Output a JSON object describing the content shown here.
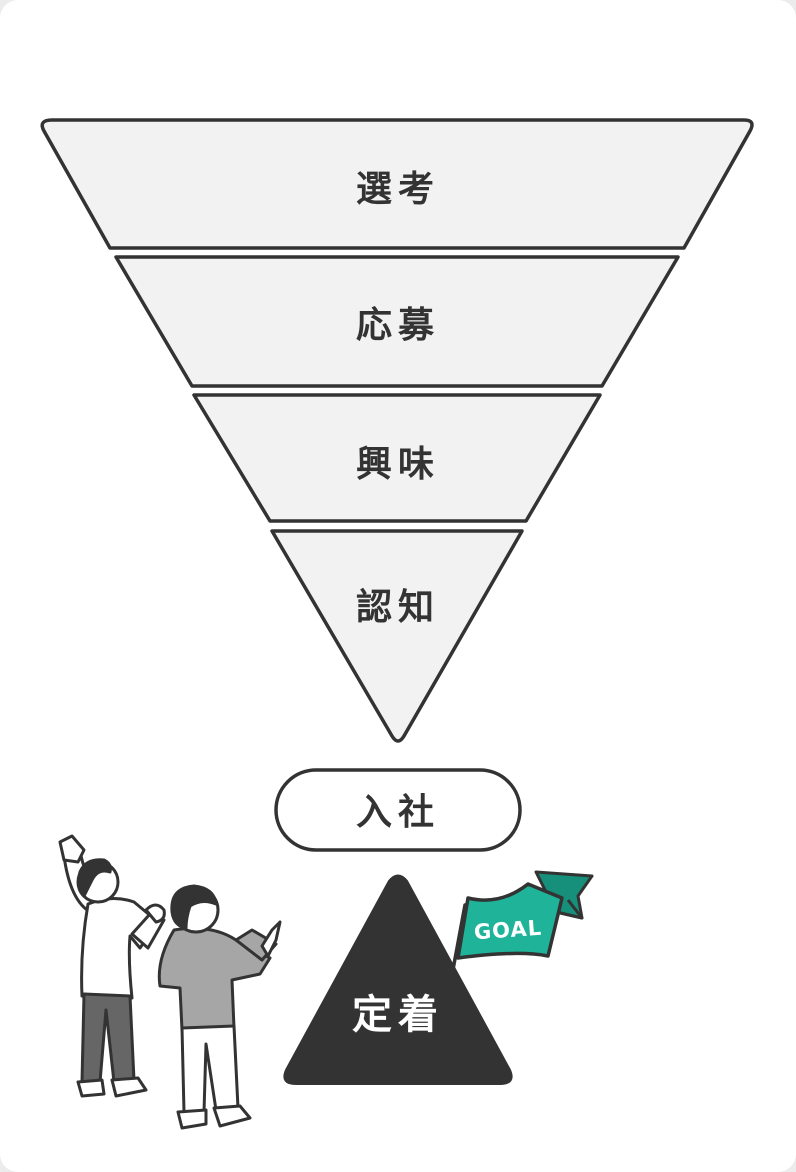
{
  "funnel": {
    "stages": [
      {
        "label": "選考"
      },
      {
        "label": "応募"
      },
      {
        "label": "興味"
      },
      {
        "label": "認知"
      }
    ]
  },
  "join": {
    "label": "入社"
  },
  "retention": {
    "label": "定着"
  },
  "goal_flag": {
    "label": "GOAL"
  },
  "colors": {
    "outline": "#333333",
    "segment_fill": "#f2f2f2",
    "pyramid_fill": "#333333",
    "flag_teal": "#1fb39a",
    "flag_dark": "#168f7b",
    "pants_dark": "#666666",
    "shirt_gray": "#a6a6a6"
  }
}
